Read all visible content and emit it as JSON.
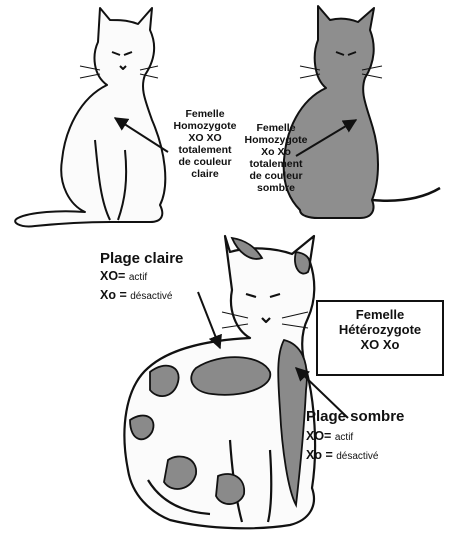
{
  "colors": {
    "light": "#f7f7f7",
    "dark": "#8e8e8e",
    "patch": "#8a8a8a",
    "ink": "#111111"
  },
  "top_left": {
    "l1": "Femelle",
    "l2": "Homozygote",
    "l3": "XO XO",
    "l4": "totalement",
    "l5": "de couleur",
    "l6": "claire"
  },
  "top_right": {
    "l1": "Femelle",
    "l2": "Homozygote",
    "l3": "Xo Xo",
    "l4": "totalement",
    "l5": "de couleur",
    "l6": "sombre"
  },
  "plage_claire": {
    "title": "Plage claire",
    "xo_key": "XO=",
    "xo_val": "actif",
    "xo2_key": "Xo =",
    "xo2_val": "désactivé"
  },
  "heterozygote": {
    "l1": "Femelle",
    "l2": "Hétérozygote",
    "l3": "XO Xo"
  },
  "plage_sombre": {
    "title": "Plage sombre",
    "xo_key": "XO=",
    "xo_val": "actif",
    "xo2_key": "Xo =",
    "xo2_val": "désactivé"
  }
}
